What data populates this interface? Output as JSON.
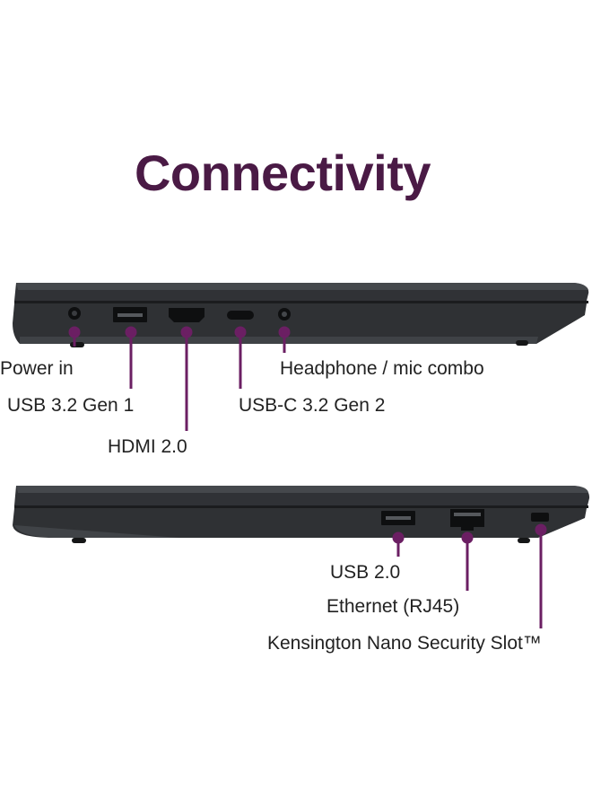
{
  "title": "Connectivity",
  "colors": {
    "accent": "#4a1a45",
    "callout": "#6b1f63",
    "chassis_dark": "#2b2d30",
    "chassis_mid": "#3a3c40",
    "port": "#0e0f10"
  },
  "left_side": {
    "ports": [
      {
        "id": "power",
        "label": "Power in"
      },
      {
        "id": "usb32",
        "label": "USB 3.2 Gen 1"
      },
      {
        "id": "hdmi",
        "label": "HDMI 2.0"
      },
      {
        "id": "usbc",
        "label": "USB-C 3.2 Gen 2"
      },
      {
        "id": "audio",
        "label": "Headphone / mic combo"
      }
    ]
  },
  "right_side": {
    "ports": [
      {
        "id": "usb20",
        "label": "USB 2.0"
      },
      {
        "id": "ethernet",
        "label": "Ethernet (RJ45)"
      },
      {
        "id": "kensington",
        "label": "Kensington Nano Security Slot™"
      }
    ]
  }
}
